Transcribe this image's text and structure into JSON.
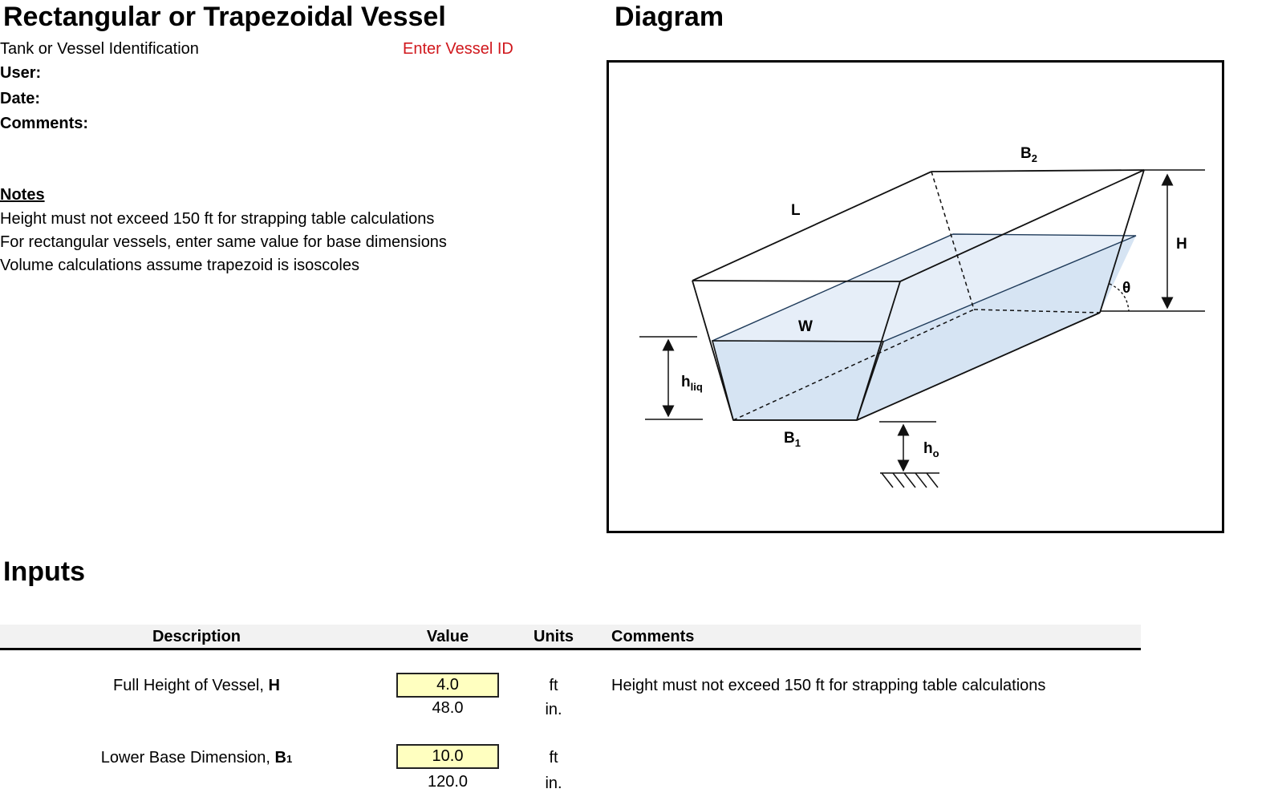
{
  "header": {
    "title": "Rectangular or Trapezoidal Vessel",
    "diagram_title": "Diagram"
  },
  "vessel": {
    "id_label": "Tank or Vessel Identification",
    "id_value": "Enter Vessel ID",
    "user_label": "User:",
    "date_label": "Date:",
    "comments_label": "Comments:"
  },
  "notes": {
    "heading": "Notes",
    "lines": [
      "Height must not exceed 150 ft for strapping table calculations",
      "For rectangular vessels, enter same value for base dimensions",
      "Volume calculations assume trapezoid is isoscoles"
    ]
  },
  "diagram": {
    "label_B2": "B",
    "label_B2_sub": "2",
    "label_L": "L",
    "label_H": "H",
    "label_theta": "θ",
    "label_W": "W",
    "label_hliq": "h",
    "label_hliq_sub": "liq",
    "label_B1": "B",
    "label_B1_sub": "1",
    "label_ho": "h",
    "label_ho_sub": "o",
    "colors": {
      "liquid": "#d6e4f3",
      "liquid_top": "#e6eef8",
      "line": "#111111"
    }
  },
  "inputs": {
    "heading": "Inputs",
    "columns": {
      "description": "Description",
      "value": "Value",
      "units": "Units",
      "comments": "Comments"
    },
    "rows": [
      {
        "desc": "Full Height of Vessel, ",
        "desc_symbol": "H",
        "desc_sub": "",
        "value_ft": "4.0",
        "value_in": "48.0",
        "unit_ft": "ft",
        "unit_in": "in.",
        "comment": "Height must not exceed 150 ft for strapping table calculations"
      },
      {
        "desc": "Lower Base Dimension, ",
        "desc_symbol": "B",
        "desc_sub": "1",
        "value_ft": "10.0",
        "value_in": "120.0",
        "unit_ft": "ft",
        "unit_in": "in.",
        "comment": ""
      }
    ],
    "input_highlight": "#ffffc0"
  }
}
